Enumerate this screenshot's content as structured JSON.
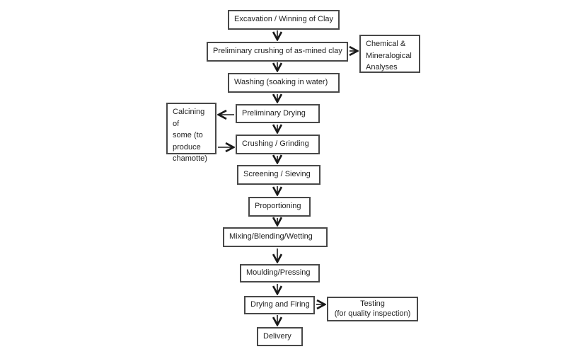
{
  "diagram": {
    "type": "flowchart",
    "orientation": "top-down"
  },
  "nodes": {
    "excavation": {
      "label": "Excavation / Winning of Clay"
    },
    "preliminary_crushing": {
      "label": "Preliminary crushing of as-mined clay"
    },
    "chemical_analyses": {
      "label": "Chemical &\nMineralogical\nAnalyses"
    },
    "washing": {
      "label": "Washing (soaking in water)"
    },
    "preliminary_drying": {
      "label": "Preliminary Drying"
    },
    "calcining": {
      "label": "Calcining of\nsome (to\nproduce\nchamotte)"
    },
    "crushing_grinding": {
      "label": "Crushing / Grinding"
    },
    "screening": {
      "label": "Screening / Sieving"
    },
    "proportioning": {
      "label": "Proportioning"
    },
    "mixing": {
      "label": "Mixing/Blending/Wetting"
    },
    "moulding": {
      "label": "Moulding/Pressing"
    },
    "drying_firing": {
      "label": "Drying and Firing"
    },
    "testing": {
      "label": "Testing\n(for quality inspection)"
    },
    "delivery": {
      "label": "Delivery"
    }
  },
  "edges": [
    {
      "from": "excavation",
      "to": "preliminary_crushing"
    },
    {
      "from": "preliminary_crushing",
      "to": "chemical_analyses"
    },
    {
      "from": "preliminary_crushing",
      "to": "washing"
    },
    {
      "from": "washing",
      "to": "preliminary_drying"
    },
    {
      "from": "preliminary_drying",
      "to": "calcining"
    },
    {
      "from": "calcining",
      "to": "crushing_grinding"
    },
    {
      "from": "preliminary_drying",
      "to": "crushing_grinding"
    },
    {
      "from": "crushing_grinding",
      "to": "screening"
    },
    {
      "from": "screening",
      "to": "proportioning"
    },
    {
      "from": "proportioning",
      "to": "mixing"
    },
    {
      "from": "mixing",
      "to": "moulding"
    },
    {
      "from": "moulding",
      "to": "drying_firing"
    },
    {
      "from": "drying_firing",
      "to": "testing"
    },
    {
      "from": "drying_firing",
      "to": "delivery"
    }
  ],
  "colors": {
    "background": "#ffffff",
    "box_border": "#484848",
    "text": "#1f1f1f",
    "arrow": "#1a1a1a"
  }
}
